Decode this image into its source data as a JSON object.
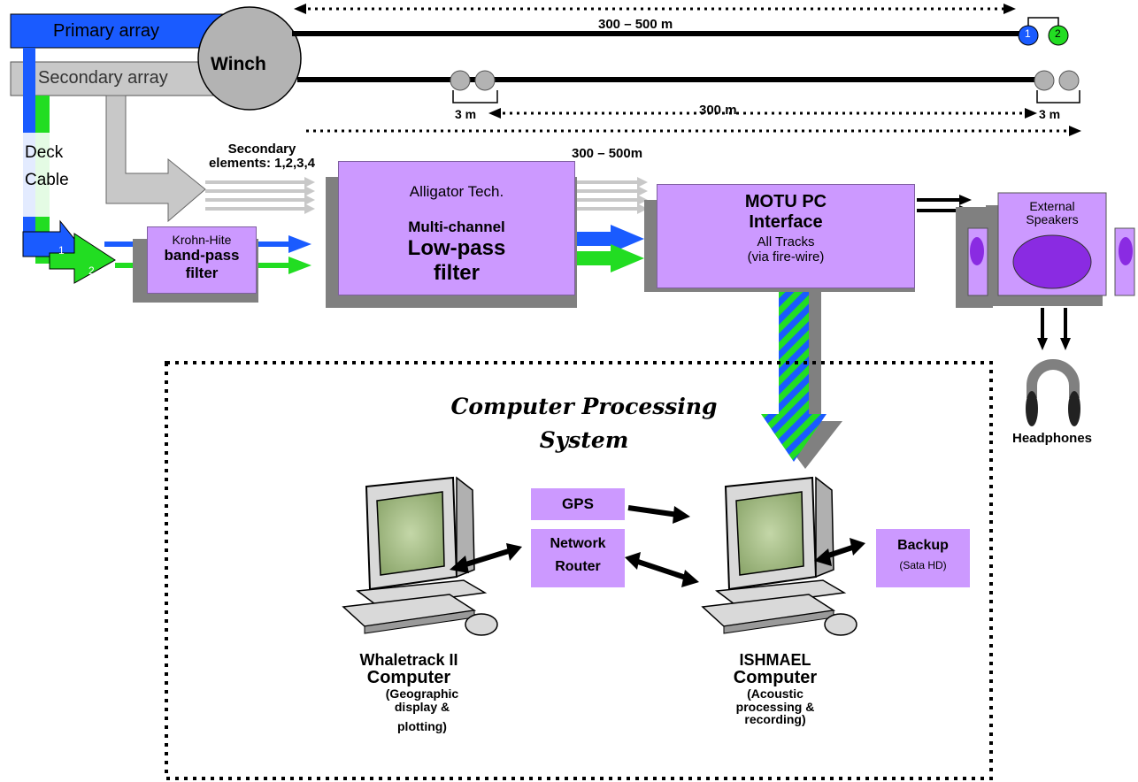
{
  "colors": {
    "box_fill": "#cc99ff",
    "primary_blue": "#1a5bff",
    "element_green": "#22dd22",
    "secondary_gray": "#bfbfbf",
    "shadow_gray": "#808080",
    "screen_green": "#a8c08a"
  },
  "arrays": {
    "primary_label": "Primary array",
    "secondary_label": "Secondary array",
    "winch_label": "Winch",
    "deck_cable_line1": "Deck",
    "deck_cable_line2": "Cable",
    "element_1": "1",
    "element_2": "2"
  },
  "distances": {
    "primary_length": "300 – 500 m",
    "spacing_left": "3 m",
    "spacing_middle": "300 m",
    "spacing_right": "3 m",
    "filter_length": "300 – 500m"
  },
  "secondary_elements": {
    "line1": "Secondary",
    "line2": "elements: 1,2,3,4"
  },
  "krohn": {
    "line1": "Krohn-Hite",
    "line2": "band-pass",
    "line3": "filter"
  },
  "alligator": {
    "line1": "Alligator Tech.",
    "line2": "Multi-channel",
    "line3": "Low-pass",
    "line4": "filter"
  },
  "motu": {
    "line1": "MOTU PC",
    "line2": "Interface",
    "line3": "All Tracks",
    "line4": "(via fire-wire)"
  },
  "speakers": {
    "line1": "External",
    "line2": "Speakers",
    "headphones": "Headphones"
  },
  "processing": {
    "title_line1": "Computer Processing",
    "title_line2": "System",
    "gps": "GPS",
    "router_line1": "Network",
    "router_line2": "Router",
    "backup_line1": "Backup",
    "backup_line2": "(Sata HD)",
    "whaletrack_line1": "Whaletrack II",
    "whaletrack_line2": "Computer",
    "whaletrack_line3": "(Geographic",
    "whaletrack_line4": "display &",
    "whaletrack_line5": "plotting)",
    "ishmael_line1": "ISHMAEL",
    "ishmael_line2": "Computer",
    "ishmael_line3": "(Acoustic",
    "ishmael_line4": "processing &",
    "ishmael_line5": "recording)"
  }
}
